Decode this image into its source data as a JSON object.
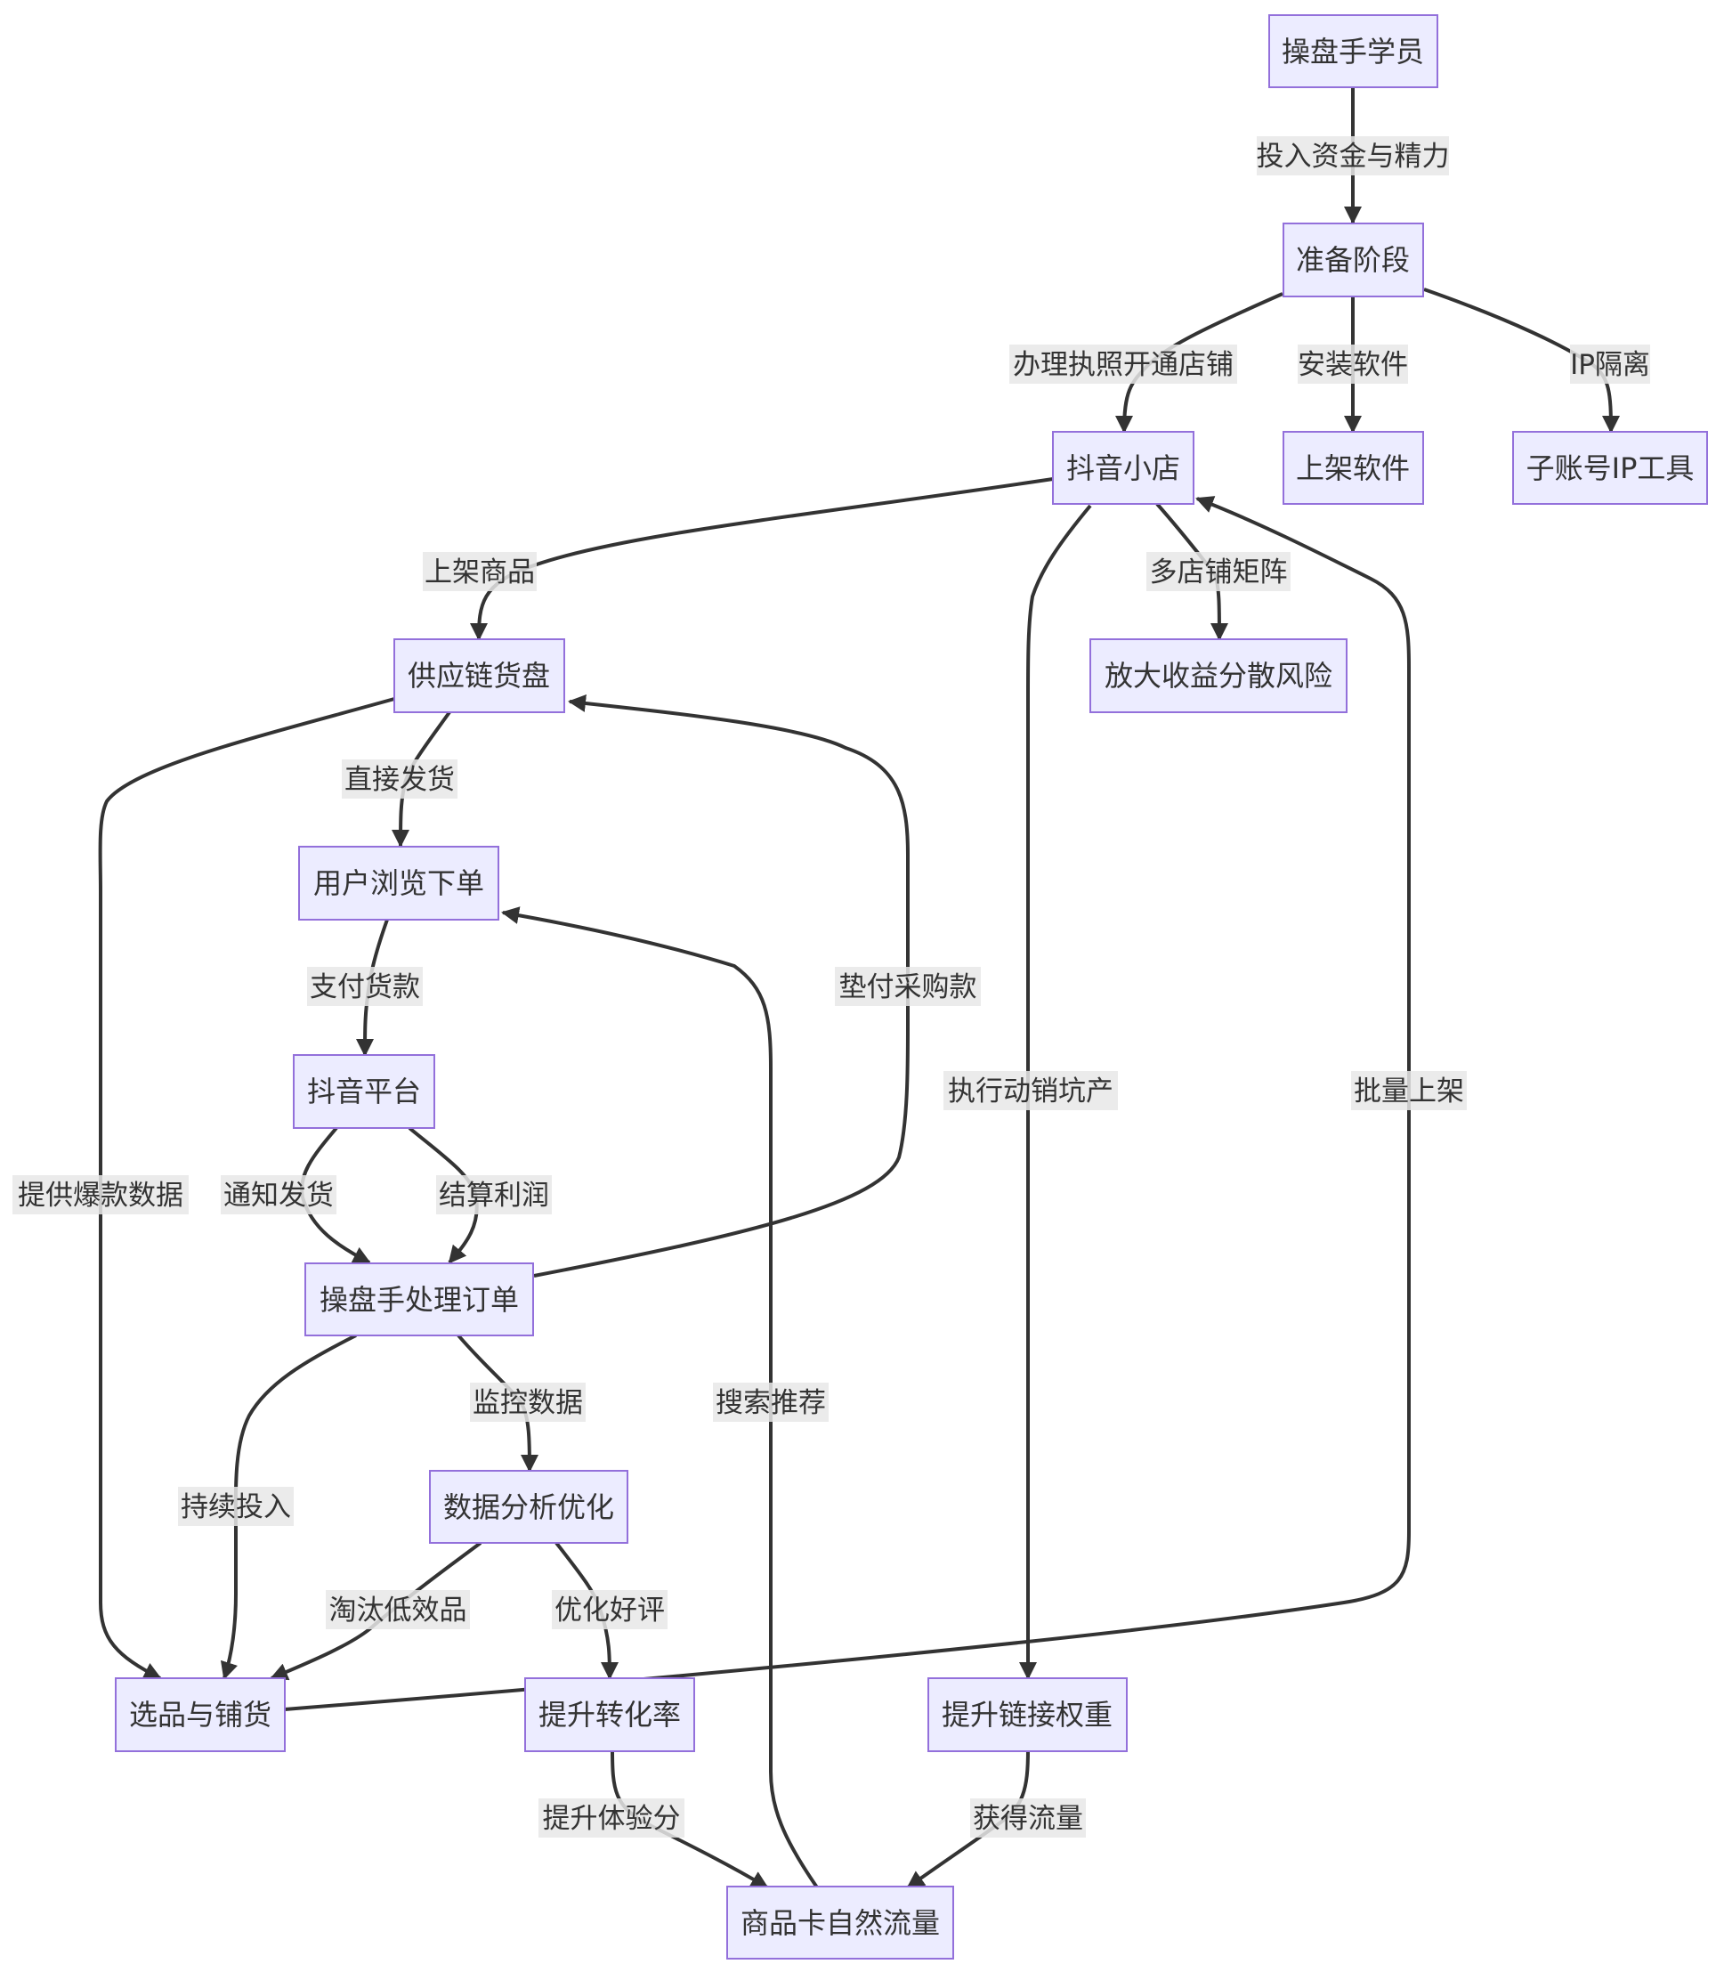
{
  "nodes": {
    "trader_student": "操盘手学员",
    "prep_stage": "准备阶段",
    "douyin_shop": "抖音小店",
    "listing_software": "上架软件",
    "subaccount_ip_tool": "子账号IP工具",
    "supply_chain": "供应链货盘",
    "amplify_income": "放大收益分散风险",
    "user_order": "用户浏览下单",
    "douyin_platform": "抖音平台",
    "trader_process_order": "操盘手处理订单",
    "data_analysis": "数据分析优化",
    "product_selection": "选品与铺货",
    "improve_conversion": "提升转化率",
    "improve_link_weight": "提升链接权重",
    "natural_traffic": "商品卡自然流量"
  },
  "edges": {
    "invest": "投入资金与精力",
    "license_open_shop": "办理执照开通店铺",
    "install_software": "安装软件",
    "ip_isolation": "IP隔离",
    "list_products": "上架商品",
    "multi_shop_matrix": "多店铺矩阵",
    "direct_ship": "直接发货",
    "pay": "支付货款",
    "notify_ship": "通知发货",
    "settle_profit": "结算利润",
    "advance_purchase": "垫付采购款",
    "hot_product_data": "提供爆款数据",
    "execute_sales": "执行动销坑产",
    "batch_list": "批量上架",
    "monitor_data": "监控数据",
    "continuous_input": "持续投入",
    "search_recommend": "搜索推荐",
    "eliminate_low": "淘汰低效品",
    "optimize_reviews": "优化好评",
    "improve_experience": "提升体验分",
    "gain_traffic": "获得流量"
  },
  "colors": {
    "node_fill": "#ECECFF",
    "node_stroke": "#9370DB",
    "edge_stroke": "#333333",
    "text": "#333333",
    "label_bg": "#E8E8E8"
  }
}
